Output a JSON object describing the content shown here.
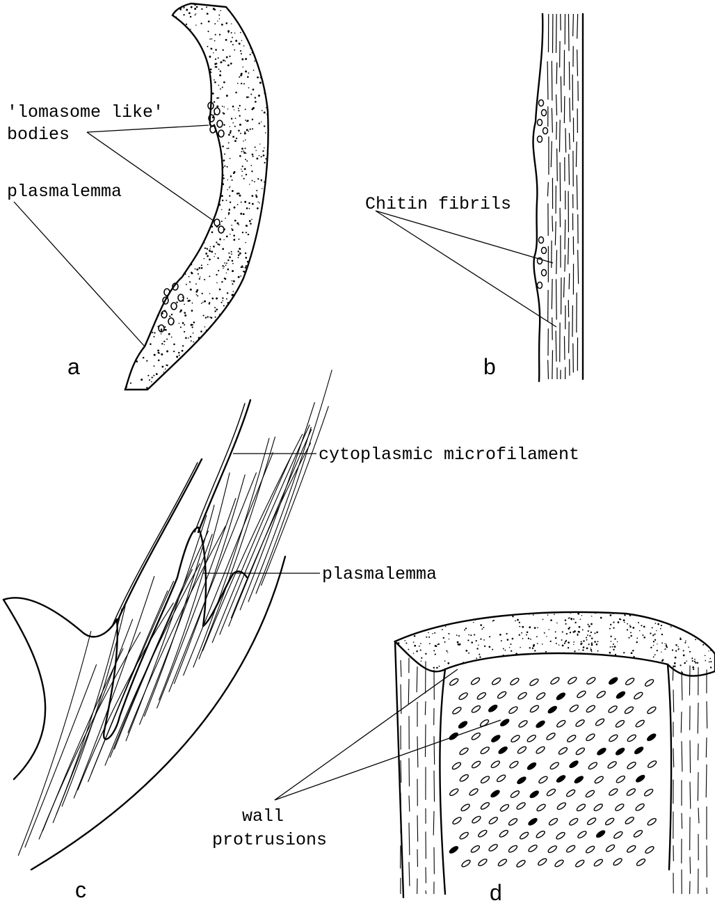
{
  "panels": {
    "a": {
      "letter": "a",
      "label_lomasome_line1": "'lomasome like'",
      "label_lomasome_line2": "bodies",
      "label_plasmalemma": "plasmalemma"
    },
    "b": {
      "letter": "b",
      "label_chitin": "Chitin fibrils"
    },
    "c": {
      "letter": "c",
      "label_microfilament": "cytoplasmic microfilament",
      "label_plasmalemma": "plasmalemma"
    },
    "d": {
      "letter": "d",
      "label_wall_line1": "wall",
      "label_wall_line2": "protrusions"
    }
  }
}
